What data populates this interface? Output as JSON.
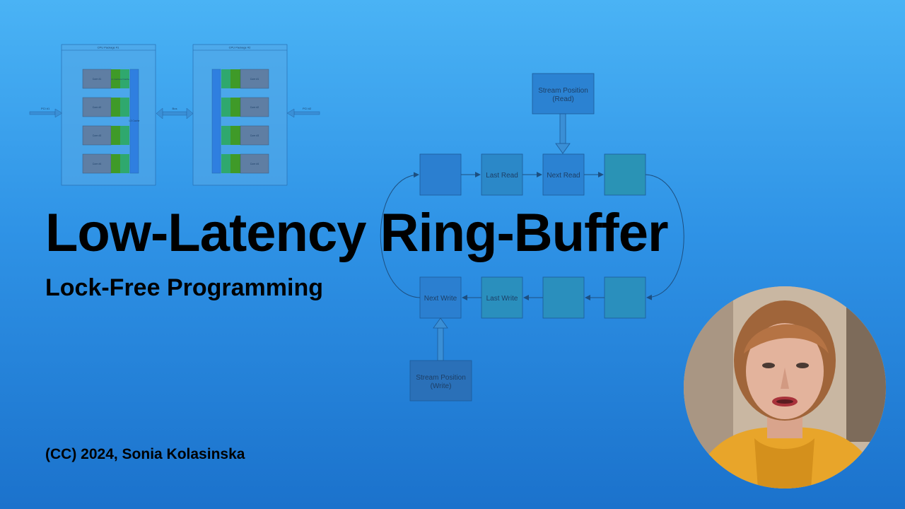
{
  "title": "Low-Latency Ring-Buffer",
  "subtitle": "Lock-Free Programming",
  "credit": "(CC) 2024, Sonia Kolasinska",
  "cpu_diagram": {
    "package1_title": "CPU Package #1",
    "package2_title": "CPU Package #2",
    "bus_label": "Bus",
    "left_input_label": "PCI #1",
    "right_input_label": "PCI #2",
    "core_labels_left": [
      "Core #1",
      "Core #2",
      "Core #3",
      "Core #4"
    ],
    "core_labels_right": [
      "Core #1",
      "Core #2",
      "Core #3",
      "Core #4"
    ],
    "l1_label": "L1 Cache",
    "l2_label": "L2 Cache",
    "l3_label": "L3 Cache"
  },
  "ring_buffer": {
    "stream_read_line1": "Stream Position",
    "stream_read_line2": "(Read)",
    "stream_write_line1": "Stream Position",
    "stream_write_line2": "(Write)",
    "last_read": "Last Read",
    "next_read": "Next Read",
    "next_write": "Next Write",
    "last_write": "Last Write"
  },
  "colors": {
    "background_top": "#4ab3f5",
    "background_bottom": "#1b72cc",
    "cell": "#2a7fd0",
    "cell_teal": "#2a93b5",
    "text": "#000000"
  }
}
